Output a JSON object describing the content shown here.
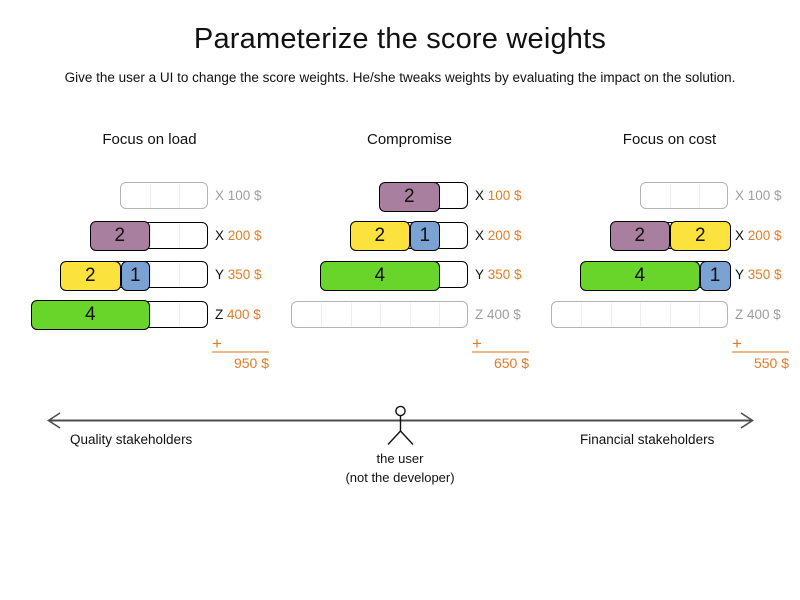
{
  "title": "Parameterize the score weights",
  "subtitle": "Give the user a UI to change the score weights. He/she tweaks weights by evaluating the impact on the solution.",
  "colors": {
    "orange": "#E07D2A",
    "gray_text": "#9E9E9E",
    "purple": "#A87F9E",
    "yellow": "#FBE23C",
    "blue": "#7AA3D4",
    "green": "#69D42A"
  },
  "scenarios": [
    {
      "name": "Focus on load",
      "plus_label": "+",
      "total": "950 $",
      "rows": [
        {
          "criterion": "X",
          "price": "100 $",
          "cells": 3,
          "active": false,
          "blocks": []
        },
        {
          "criterion": "X",
          "price": "200 $",
          "cells": 4,
          "active": true,
          "blocks": [
            {
              "value": "2",
              "color": "purple",
              "span": 2
            }
          ]
        },
        {
          "criterion": "Y",
          "price": "350 $",
          "cells": 5,
          "active": true,
          "blocks": [
            {
              "value": "2",
              "color": "yellow",
              "span": 2
            },
            {
              "value": "1",
              "color": "blue",
              "span": 1
            }
          ]
        },
        {
          "criterion": "Z",
          "price": "400 $",
          "cells": 6,
          "active": true,
          "blocks": [
            {
              "value": "4",
              "color": "green",
              "span": 4
            }
          ]
        }
      ]
    },
    {
      "name": "Compromise",
      "plus_label": "+",
      "total": "650 $",
      "rows": [
        {
          "criterion": "X",
          "price": "100 $",
          "cells": 3,
          "active": true,
          "blocks": [
            {
              "value": "2",
              "color": "purple",
              "span": 2
            }
          ]
        },
        {
          "criterion": "X",
          "price": "200 $",
          "cells": 4,
          "active": true,
          "blocks": [
            {
              "value": "2",
              "color": "yellow",
              "span": 2
            },
            {
              "value": "1",
              "color": "blue",
              "span": 1
            }
          ]
        },
        {
          "criterion": "Y",
          "price": "350 $",
          "cells": 5,
          "active": true,
          "blocks": [
            {
              "value": "4",
              "color": "green",
              "span": 4
            }
          ]
        },
        {
          "criterion": "Z",
          "price": "400 $",
          "cells": 6,
          "active": false,
          "blocks": []
        }
      ]
    },
    {
      "name": "Focus on cost",
      "plus_label": "+",
      "total": "550 $",
      "rows": [
        {
          "criterion": "X",
          "price": "100 $",
          "cells": 3,
          "active": false,
          "blocks": []
        },
        {
          "criterion": "X",
          "price": "200 $",
          "cells": 4,
          "active": true,
          "blocks": [
            {
              "value": "2",
              "color": "purple",
              "span": 2
            },
            {
              "value": "2",
              "color": "yellow",
              "span": 2
            }
          ]
        },
        {
          "criterion": "Y",
          "price": "350 $",
          "cells": 5,
          "active": true,
          "blocks": [
            {
              "value": "4",
              "color": "green",
              "span": 4
            },
            {
              "value": "1",
              "color": "blue",
              "span": 1
            }
          ]
        },
        {
          "criterion": "Z",
          "price": "400 $",
          "cells": 6,
          "active": false,
          "blocks": []
        }
      ]
    }
  ],
  "axis": {
    "left_label": "Quality stakeholders",
    "right_label": "Financial stakeholders",
    "figure_caption_line1": "the user",
    "figure_caption_line2": "(not the developer)"
  }
}
